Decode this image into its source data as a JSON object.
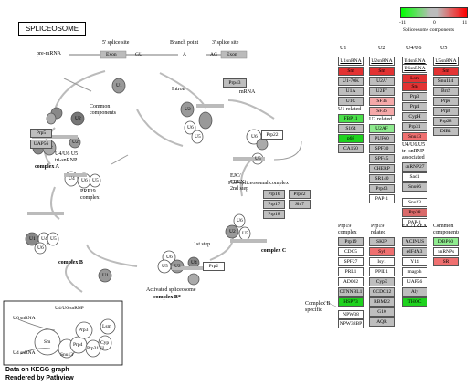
{
  "title": "SPLICEOSOME",
  "legend": {
    "min": "-11",
    "zero": "0",
    "max": "11",
    "caption": "Spliceosome components"
  },
  "footer": {
    "line1": "Data on KEGG graph",
    "line2": "Rendered by Pathview"
  },
  "premrna": {
    "label": "pre-mRNA",
    "site5": "5' splice site",
    "branch": "Branch point",
    "site3": "3' splice site",
    "exon1": "Exon",
    "gu": "GU",
    "a": "A",
    "ag": "AG",
    "exon2": "Exon"
  },
  "labels": {
    "intron": "Intron",
    "mrna": "mRNA",
    "common": "Common\ncomponents",
    "u4u6u5": "U4/U6 U5\ntri-snRNP",
    "complexA": "complex A",
    "prp19complex": "PRP19\ncomplex",
    "complexB": "complex B",
    "activated": "Activated spliceosome",
    "complexBstar": "complex B*",
    "step1": "1st step",
    "ejc": "EJC/\nTREX\n2nd step",
    "postsp": "Post-spliceosomal complex",
    "complexC": "complex C",
    "inset_u6": "U6 snRNA",
    "inset_u4u6": "U4/U6 snRNP",
    "inset_u4": "U4 snRNA",
    "inset_sm": "Sm",
    "inset_prp3": "Prp3",
    "inset_prp4": "Prp4",
    "inset_lsm": "Lsm",
    "inset_prp31": "Prp31",
    "inset_cyp": "Cyp\nH",
    "inset_snu13": "Snu13"
  },
  "particles": {
    "u1": "U1",
    "u2": "U2",
    "u4": "U4",
    "u5": "U5",
    "u6": "U6",
    "a": "A"
  },
  "pathway_boxes": {
    "prp43": "Prp43",
    "prp5": "Prp5",
    "uap56": "UAP56",
    "prp22": "Prp22",
    "prp16": "Prp16",
    "prp22b": "Prp22",
    "prp17": "Prp17",
    "slu7": "Slu7",
    "prp18": "Prp18",
    "prp2": "Prp2"
  },
  "columns": {
    "u1_head": "U1",
    "u2_head": "U2",
    "u4u6_head": "U4/U6",
    "u5_head": "U5",
    "u1_related": "U1 related",
    "u2_related": "U2 related",
    "u4u6u5_assoc": "U4/U6.U5\ntri-snRNP\nassociated",
    "prp19_head": "Prp19\ncomplex",
    "prp19_rel_head": "Prp19\nrelated",
    "ejc_head": "EJC/TREX",
    "common_head": "Common\ncomponents",
    "complexB_specific": "Complex B\nspecific"
  },
  "genes": {
    "u1snrna": "U1snRNA",
    "u1_sm": "Sm",
    "u1_70k": "U1-70K",
    "u1a": "U1A",
    "u1c": "U1C",
    "fbp11": "FBP11",
    "s164": "S164",
    "p68": "p68",
    "ca150": "CA150",
    "u2snrna": "U2snRNA",
    "u2_sm": "Sm",
    "u2a": "U2A'",
    "u2b": "U2B\"",
    "sf3a": "SF3a",
    "sf3b": "SF3b",
    "u2af": "U2AF",
    "puf60": "PUF60",
    "spf30": "SPF30",
    "spf45": "SPF45",
    "cherp": "CHERP",
    "sr140": "SR140",
    "prp43b": "Prp43",
    "pap1": "PAP-1",
    "u4snrna": "U4snRNA",
    "u6snrna": "U6snRNA",
    "lsm": "Lsm",
    "u46_sm": "Sm",
    "prp3": "Prp3",
    "prp4": "Prp4",
    "cyph": "CypH",
    "prp31": "Prp31",
    "snu13": "Snu13",
    "u5snrna": "U5snRNA",
    "u5_sm": "Sm",
    "snu114": "Snu114",
    "brr2": "Brr2",
    "prp6": "Prp6",
    "prp8": "Prp8",
    "prp28": "Prp28",
    "dib1": "DIB1",
    "snrnp27": "snRNP27",
    "sad1": "Sad1",
    "snu66": "Snu66",
    "snu23": "Snu23",
    "prp38": "Prp38",
    "pap1b": "PAP-1",
    "prp19": "Prp19",
    "cdc5": "CDC5",
    "spf27": "SPF27",
    "prl1": "PRL1",
    "ad002": "AD002",
    "ctnnbl1": "CTNNBL1",
    "hsp73": "HSP73",
    "skip": "SKIP",
    "syf": "Syf",
    "isy1": "Isy1",
    "ppil1": "PPIL1",
    "cype": "CypE",
    "ccdc12": "CCDC12",
    "rbm22": "RBM22",
    "g10": "G10",
    "aqr": "AQR",
    "acinus": "ACINUS",
    "eif4a3": "eIF4A3",
    "y14": "Y14",
    "magoh": "magoh",
    "uap56b": "UAP56",
    "aly": "Aly",
    "thoc": "THOC",
    "dbp60": "DBP60",
    "hnrnps": "hnRNPs",
    "sr": "SR",
    "npw38": "NPW38",
    "npw38bp": "NPW38BP"
  }
}
